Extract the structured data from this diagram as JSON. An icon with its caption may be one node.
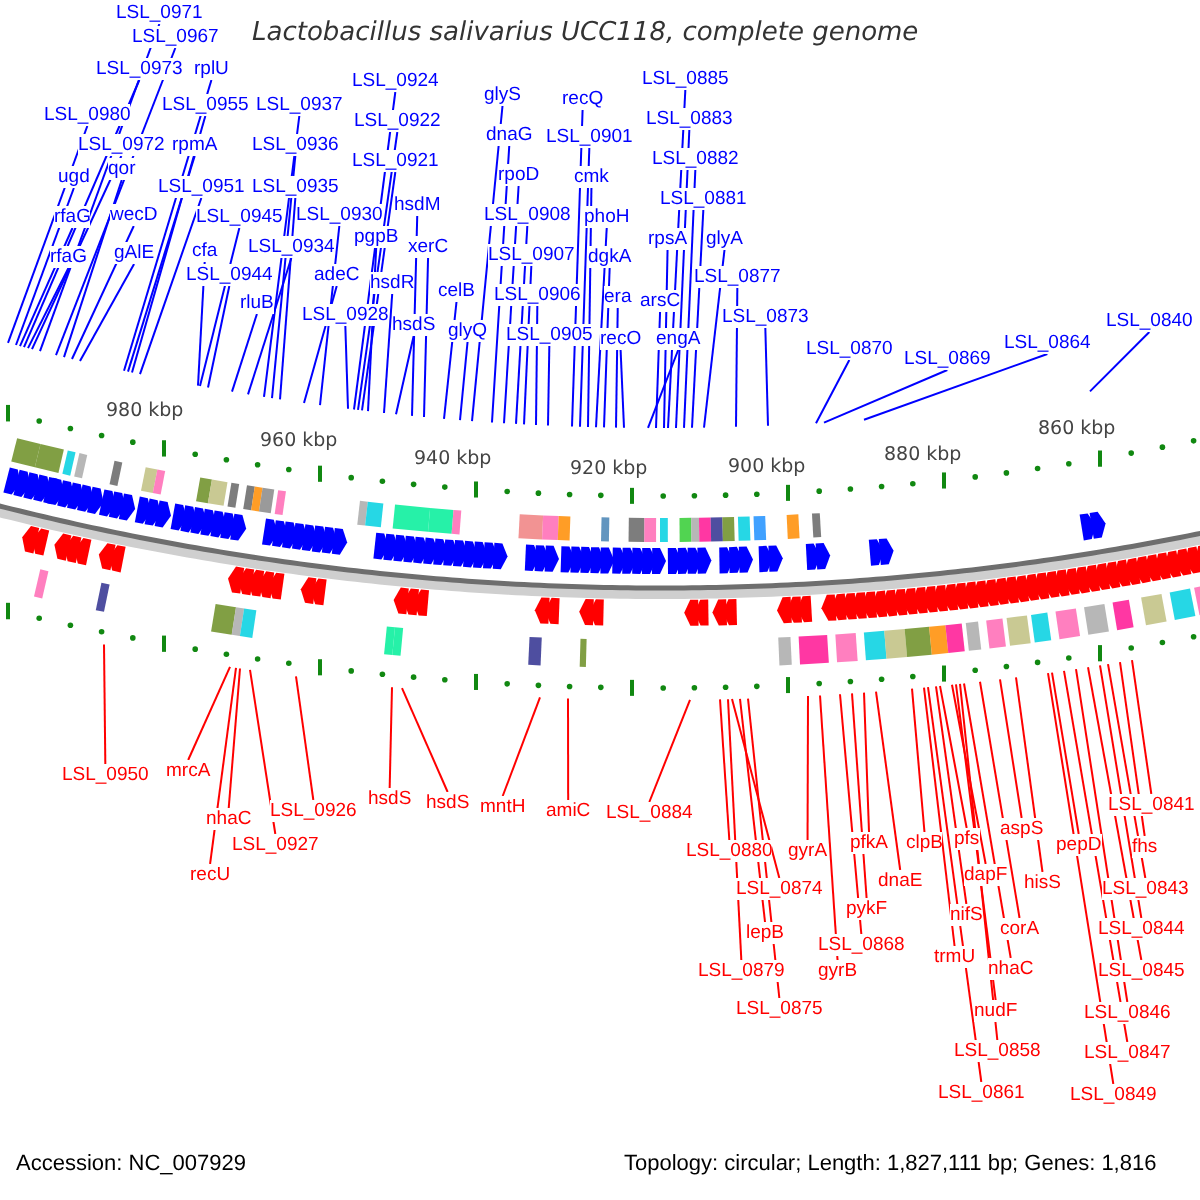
{
  "diagram": {
    "title": "Lactobacillus salivarius UCC118, complete genome",
    "nodes": [
      {
        "text": [
          "LSL_0971"
        ]
      },
      {
        "text": [
          "LSL_0967"
        ]
      },
      {
        "text": [
          "LSL_0973"
        ]
      },
      {
        "text": [
          "rplU"
        ]
      },
      {
        "text": [
          "LSL_0980"
        ]
      },
      {
        "text": [
          "LSL_0955"
        ]
      },
      {
        "text": [
          "LSL_0972"
        ]
      },
      {
        "text": [
          "rpmA"
        ]
      },
      {
        "text": [
          "ugd"
        ]
      },
      {
        "text": [
          "qor"
        ]
      },
      {
        "text": [
          "LSL_0951"
        ]
      },
      {
        "text": [
          "rfaG"
        ]
      },
      {
        "text": [
          "wecD"
        ]
      },
      {
        "text": [
          "LSL_0945"
        ]
      },
      {
        "text": [
          "rfaG"
        ]
      },
      {
        "text": [
          "gAlE"
        ]
      },
      {
        "text": [
          "cfa"
        ]
      },
      {
        "text": [
          "LSL_0944"
        ]
      },
      {
        "text": [
          "rluB"
        ]
      },
      {
        "text": [
          "LSL_0937"
        ]
      },
      {
        "text": [
          "LSL_0936"
        ]
      },
      {
        "text": [
          "LSL_0935"
        ]
      },
      {
        "text": [
          "LSL_0930"
        ]
      },
      {
        "text": [
          "LSL_0934"
        ]
      },
      {
        "text": [
          "adeC"
        ]
      },
      {
        "text": [
          "LSL_0928"
        ]
      },
      {
        "text": [
          "LSL_0924"
        ]
      },
      {
        "text": [
          "LSL_0922"
        ]
      },
      {
        "text": [
          "LSL_0921"
        ]
      },
      {
        "text": [
          "hsdM"
        ]
      },
      {
        "text": [
          "pgpB"
        ]
      },
      {
        "text": [
          "xerC"
        ]
      },
      {
        "text": [
          "hsdR"
        ]
      },
      {
        "text": [
          "hsdS"
        ]
      },
      {
        "text": [
          "celB"
        ]
      },
      {
        "text": [
          "glyS"
        ]
      },
      {
        "text": [
          "dnaG"
        ]
      },
      {
        "text": [
          "rpoD"
        ]
      },
      {
        "text": [
          "LSL_0908"
        ]
      },
      {
        "text": [
          "LSL_0907"
        ]
      },
      {
        "text": [
          "glyQ"
        ]
      },
      {
        "text": [
          "LSL_0906"
        ]
      },
      {
        "text": [
          "LSL_0905"
        ]
      },
      {
        "text": [
          "recQ"
        ]
      },
      {
        "text": [
          "LSL_0901"
        ]
      },
      {
        "text": [
          "cmk"
        ]
      },
      {
        "text": [
          "phoH"
        ]
      },
      {
        "text": [
          "dgkA"
        ]
      },
      {
        "text": [
          "era"
        ]
      },
      {
        "text": [
          "recO"
        ]
      },
      {
        "text": [
          "arsC"
        ]
      },
      {
        "text": [
          "LSL_0885"
        ]
      },
      {
        "text": [
          "LSL_0883"
        ]
      },
      {
        "text": [
          "LSL_0882"
        ]
      },
      {
        "text": [
          "LSL_0881"
        ]
      },
      {
        "text": [
          "rpsA"
        ]
      },
      {
        "text": [
          "glyA"
        ]
      },
      {
        "text": [
          "LSL_0877"
        ]
      },
      {
        "text": [
          "engA"
        ]
      },
      {
        "text": [
          "LSL_0873"
        ]
      },
      {
        "text": [
          "LSL_0870"
        ]
      },
      {
        "text": [
          "LSL_0869"
        ]
      },
      {
        "text": [
          "LSL_0864"
        ]
      },
      {
        "text": [
          "LSL_0840"
        ]
      },
      {
        "text": [
          "LSL_0950"
        ]
      },
      {
        "text": [
          "mrcA"
        ]
      },
      {
        "text": [
          "nhaC"
        ]
      },
      {
        "text": [
          "recU"
        ]
      },
      {
        "text": [
          "LSL_0927"
        ]
      },
      {
        "text": [
          "LSL_0926"
        ]
      },
      {
        "text": [
          "hsdS"
        ]
      },
      {
        "text": [
          "hsdS"
        ]
      },
      {
        "text": [
          "mntH"
        ]
      },
      {
        "text": [
          "amiC"
        ]
      },
      {
        "text": [
          "LSL_0884"
        ]
      },
      {
        "text": [
          "LSL_0880"
        ]
      },
      {
        "text": [
          "LSL_0874"
        ]
      },
      {
        "text": [
          "lepB"
        ]
      },
      {
        "text": [
          "LSL_0879"
        ]
      },
      {
        "text": [
          "LSL_0875"
        ]
      },
      {
        "text": [
          "gyrA"
        ]
      },
      {
        "text": [
          "gyrB"
        ]
      },
      {
        "text": [
          "pfkA"
        ]
      },
      {
        "text": [
          "dnaE"
        ]
      },
      {
        "text": [
          "pykF"
        ]
      },
      {
        "text": [
          "LSL_0868"
        ]
      },
      {
        "text": [
          "clpB"
        ]
      },
      {
        "text": [
          "pfs"
        ]
      },
      {
        "text": [
          "dapF"
        ]
      },
      {
        "text": [
          "aspS"
        ]
      },
      {
        "text": [
          "hisS"
        ]
      },
      {
        "text": [
          "nifS"
        ]
      },
      {
        "text": [
          "corA"
        ]
      },
      {
        "text": [
          "trmU"
        ]
      },
      {
        "text": [
          "nhaC"
        ]
      },
      {
        "text": [
          "nudF"
        ]
      },
      {
        "text": [
          "LSL_0858"
        ]
      },
      {
        "text": [
          "LSL_0861"
        ]
      },
      {
        "text": [
          "pepD"
        ]
      },
      {
        "text": [
          "fhs"
        ]
      },
      {
        "text": [
          "LSL_0841"
        ]
      },
      {
        "text": [
          "LSL_0843"
        ]
      },
      {
        "text": [
          "LSL_0844"
        ]
      },
      {
        "text": [
          "LSL_0845"
        ]
      },
      {
        "text": [
          "LSL_0846"
        ]
      },
      {
        "text": [
          "LSL_0847"
        ]
      },
      {
        "text": [
          "LSL_0849"
        ]
      }
    ],
    "edges": [
      {
        "from": 0,
        "to": null,
        "arrow": "none"
      },
      {
        "from": 1,
        "to": null,
        "arrow": "none"
      },
      {
        "from": 2,
        "to": null,
        "arrow": "none"
      },
      {
        "from": 3,
        "to": null,
        "arrow": "none"
      },
      {
        "from": 4,
        "to": null,
        "arrow": "none"
      },
      {
        "from": 5,
        "to": null,
        "arrow": "none"
      },
      {
        "from": 6,
        "to": null,
        "arrow": "none"
      },
      {
        "from": 7,
        "to": null,
        "arrow": "none"
      },
      {
        "from": 8,
        "to": null,
        "arrow": "none"
      },
      {
        "from": 9,
        "to": null,
        "arrow": "none"
      },
      {
        "from": 10,
        "to": null,
        "arrow": "none"
      },
      {
        "from": 11,
        "to": null,
        "arrow": "none"
      },
      {
        "from": 12,
        "to": null,
        "arrow": "none"
      },
      {
        "from": 13,
        "to": null,
        "arrow": "none"
      },
      {
        "from": 14,
        "to": null,
        "arrow": "none"
      },
      {
        "from": 15,
        "to": null,
        "arrow": "none"
      },
      {
        "from": 16,
        "to": null,
        "arrow": "none"
      },
      {
        "from": 17,
        "to": null,
        "arrow": "none"
      },
      {
        "from": 18,
        "to": null,
        "arrow": "none"
      },
      {
        "from": 19,
        "to": null,
        "arrow": "none"
      },
      {
        "from": 20,
        "to": null,
        "arrow": "none"
      },
      {
        "from": 21,
        "to": null,
        "arrow": "none"
      },
      {
        "from": 22,
        "to": null,
        "arrow": "none"
      },
      {
        "from": 23,
        "to": null,
        "arrow": "none"
      },
      {
        "from": 24,
        "to": null,
        "arrow": "none"
      },
      {
        "from": 25,
        "to": null,
        "arrow": "none"
      },
      {
        "from": 26,
        "to": null,
        "arrow": "none"
      },
      {
        "from": 27,
        "to": null,
        "arrow": "none"
      },
      {
        "from": 28,
        "to": null,
        "arrow": "none"
      },
      {
        "from": 29,
        "to": null,
        "arrow": "none"
      },
      {
        "from": 30,
        "to": null,
        "arrow": "none"
      },
      {
        "from": 31,
        "to": null,
        "arrow": "none"
      },
      {
        "from": 32,
        "to": null,
        "arrow": "none"
      },
      {
        "from": 33,
        "to": null,
        "arrow": "none"
      },
      {
        "from": 34,
        "to": null,
        "arrow": "none"
      },
      {
        "from": 35,
        "to": null,
        "arrow": "none"
      },
      {
        "from": 36,
        "to": null,
        "arrow": "none"
      },
      {
        "from": 37,
        "to": null,
        "arrow": "none"
      },
      {
        "from": 38,
        "to": null,
        "arrow": "none"
      },
      {
        "from": 39,
        "to": null,
        "arrow": "none"
      },
      {
        "from": 40,
        "to": null,
        "arrow": "none"
      },
      {
        "from": 41,
        "to": null,
        "arrow": "none"
      },
      {
        "from": 42,
        "to": null,
        "arrow": "none"
      },
      {
        "from": 43,
        "to": null,
        "arrow": "none"
      },
      {
        "from": 44,
        "to": null,
        "arrow": "none"
      },
      {
        "from": 45,
        "to": null,
        "arrow": "none"
      },
      {
        "from": 46,
        "to": null,
        "arrow": "none"
      },
      {
        "from": 47,
        "to": null,
        "arrow": "none"
      },
      {
        "from": 48,
        "to": null,
        "arrow": "none"
      },
      {
        "from": 49,
        "to": null,
        "arrow": "none"
      },
      {
        "from": 50,
        "to": null,
        "arrow": "none"
      },
      {
        "from": 51,
        "to": null,
        "arrow": "none"
      },
      {
        "from": 52,
        "to": null,
        "arrow": "none"
      },
      {
        "from": 53,
        "to": null,
        "arrow": "none"
      },
      {
        "from": 54,
        "to": null,
        "arrow": "none"
      },
      {
        "from": 55,
        "to": null,
        "arrow": "none"
      },
      {
        "from": 56,
        "to": null,
        "arrow": "none"
      },
      {
        "from": 57,
        "to": null,
        "arrow": "none"
      },
      {
        "from": 58,
        "to": null,
        "arrow": "none"
      },
      {
        "from": 59,
        "to": null,
        "arrow": "none"
      },
      {
        "from": 60,
        "to": null,
        "arrow": "none"
      },
      {
        "from": 61,
        "to": null,
        "arrow": "none"
      },
      {
        "from": 62,
        "to": null,
        "arrow": "none"
      },
      {
        "from": 63,
        "to": null,
        "arrow": "none"
      },
      {
        "from": 64,
        "to": null,
        "arrow": "none",
        "color": "#ff0000"
      },
      {
        "from": 65,
        "to": null,
        "arrow": "none",
        "color": "#ff0000"
      },
      {
        "from": 66,
        "to": null,
        "arrow": "none",
        "color": "#ff0000"
      },
      {
        "from": 67,
        "to": null,
        "arrow": "none",
        "color": "#ff0000"
      },
      {
        "from": 68,
        "to": null,
        "arrow": "none",
        "color": "#ff0000"
      },
      {
        "from": 69,
        "to": null,
        "arrow": "none",
        "color": "#ff0000"
      },
      {
        "from": 70,
        "to": null,
        "arrow": "none",
        "color": "#ff0000"
      },
      {
        "from": 71,
        "to": null,
        "arrow": "none",
        "color": "#ff0000"
      },
      {
        "from": 72,
        "to": null,
        "arrow": "none",
        "color": "#ff0000"
      },
      {
        "from": 73,
        "to": null,
        "arrow": "none",
        "color": "#ff0000"
      },
      {
        "from": 74,
        "to": null,
        "arrow": "none",
        "color": "#ff0000"
      },
      {
        "from": 75,
        "to": null,
        "arrow": "none",
        "color": "#ff0000"
      },
      {
        "from": 76,
        "to": null,
        "arrow": "none",
        "color": "#ff0000"
      },
      {
        "from": 77,
        "to": null,
        "arrow": "none",
        "color": "#ff0000"
      },
      {
        "from": 78,
        "to": null,
        "arrow": "none",
        "color": "#ff0000"
      },
      {
        "from": 79,
        "to": null,
        "arrow": "none",
        "color": "#ff0000"
      },
      {
        "from": 80,
        "to": null,
        "arrow": "none",
        "color": "#ff0000"
      },
      {
        "from": 81,
        "to": null,
        "arrow": "none",
        "color": "#ff0000"
      },
      {
        "from": 82,
        "to": null,
        "arrow": "none",
        "color": "#ff0000"
      },
      {
        "from": 83,
        "to": null,
        "arrow": "none",
        "color": "#ff0000"
      },
      {
        "from": 84,
        "to": null,
        "arrow": "none",
        "color": "#ff0000"
      },
      {
        "from": 85,
        "to": null,
        "arrow": "none",
        "color": "#ff0000"
      },
      {
        "from": 86,
        "to": null,
        "arrow": "none",
        "color": "#ff0000"
      },
      {
        "from": 87,
        "to": null,
        "arrow": "none",
        "color": "#ff0000"
      },
      {
        "from": 88,
        "to": null,
        "arrow": "none",
        "color": "#ff0000"
      },
      {
        "from": 89,
        "to": null,
        "arrow": "none",
        "color": "#ff0000"
      },
      {
        "from": 90,
        "to": null,
        "arrow": "none",
        "color": "#ff0000"
      },
      {
        "from": 91,
        "to": null,
        "arrow": "none",
        "color": "#ff0000"
      },
      {
        "from": 92,
        "to": null,
        "arrow": "none",
        "color": "#ff0000"
      },
      {
        "from": 93,
        "to": null,
        "arrow": "none",
        "color": "#ff0000"
      },
      {
        "from": 94,
        "to": null,
        "arrow": "none",
        "color": "#ff0000"
      },
      {
        "from": 95,
        "to": null,
        "arrow": "none",
        "color": "#ff0000"
      },
      {
        "from": 96,
        "to": null,
        "arrow": "none",
        "color": "#ff0000"
      },
      {
        "from": 97,
        "to": null,
        "arrow": "none",
        "color": "#ff0000"
      },
      {
        "from": 98,
        "to": null,
        "arrow": "none",
        "color": "#ff0000"
      },
      {
        "from": 99,
        "to": null,
        "arrow": "none",
        "color": "#ff0000"
      },
      {
        "from": 100,
        "to": null,
        "arrow": "none",
        "color": "#ff0000"
      },
      {
        "from": 101,
        "to": null,
        "arrow": "none",
        "color": "#ff0000"
      },
      {
        "from": 102,
        "to": null,
        "arrow": "none",
        "color": "#ff0000"
      },
      {
        "from": 103,
        "to": null,
        "arrow": "none",
        "color": "#ff0000"
      },
      {
        "from": 104,
        "to": null,
        "arrow": "none",
        "color": "#ff0000"
      },
      {
        "from": 105,
        "to": null,
        "arrow": "none",
        "color": "#ff0000"
      },
      {
        "from": 106,
        "to": null,
        "arrow": "none",
        "color": "#ff0000"
      }
    ],
    "labels": [
      "980 kbp",
      "960 kbp",
      "940 kbp",
      "920 kbp",
      "900 kbp",
      "880 kbp",
      "860 kbp",
      "Accession: NC_007929",
      "Topology: circular; Length: 1,827,111 bp; Genes: 1,816"
    ]
  }
}
